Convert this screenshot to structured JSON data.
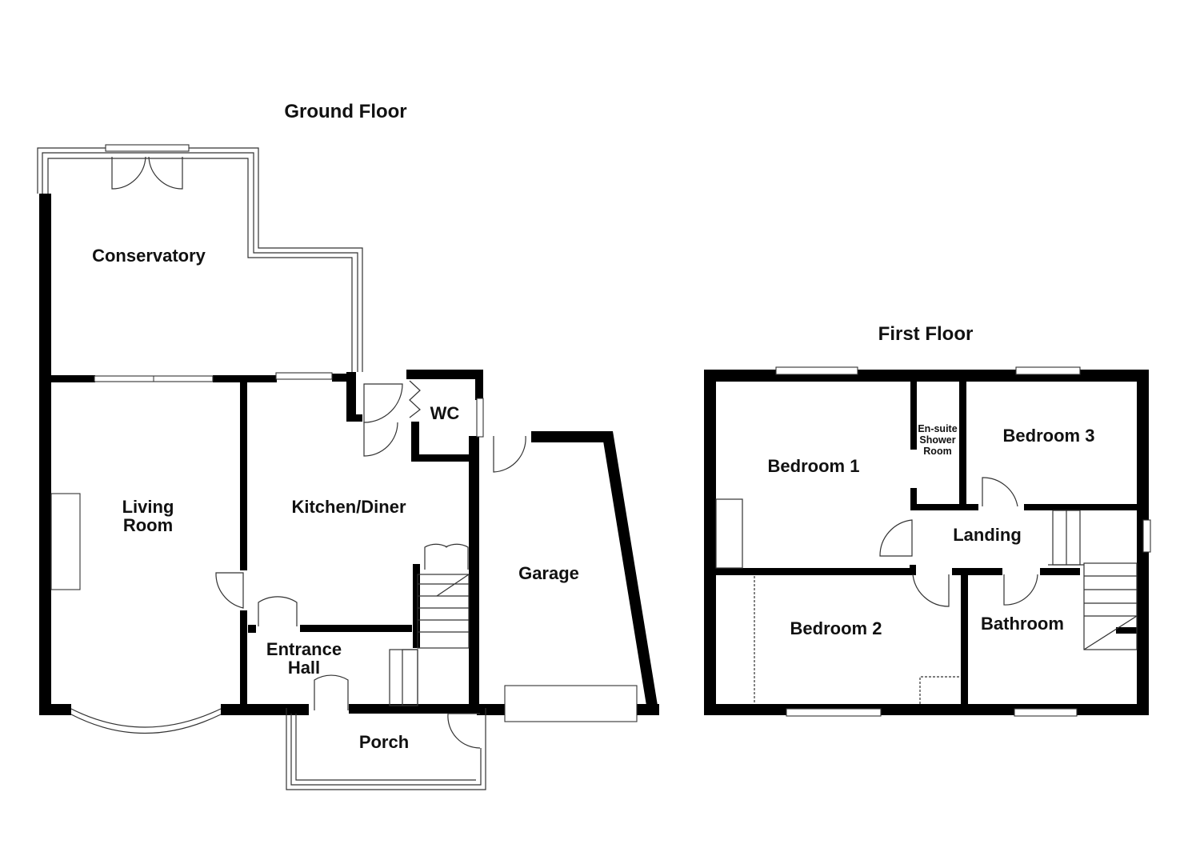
{
  "floors": {
    "ground": {
      "title": "Ground Floor",
      "rooms": {
        "conservatory": "Conservatory",
        "living_room": [
          "Living",
          "Room"
        ],
        "kitchen": "Kitchen/Diner",
        "wc": "WC",
        "garage": "Garage",
        "entrance_hall": [
          "Entrance",
          "Hall"
        ],
        "porch": "Porch"
      }
    },
    "first": {
      "title": "First Floor",
      "rooms": {
        "bedroom1": "Bedroom 1",
        "ensuite": [
          "En-suite",
          "Shower",
          "Room"
        ],
        "bedroom3": "Bedroom 3",
        "landing": "Landing",
        "bedroom2": "Bedroom 2",
        "bathroom": "Bathroom"
      }
    }
  },
  "colors": {
    "wall": "#000000",
    "background": "#ffffff",
    "line": "#333333"
  }
}
